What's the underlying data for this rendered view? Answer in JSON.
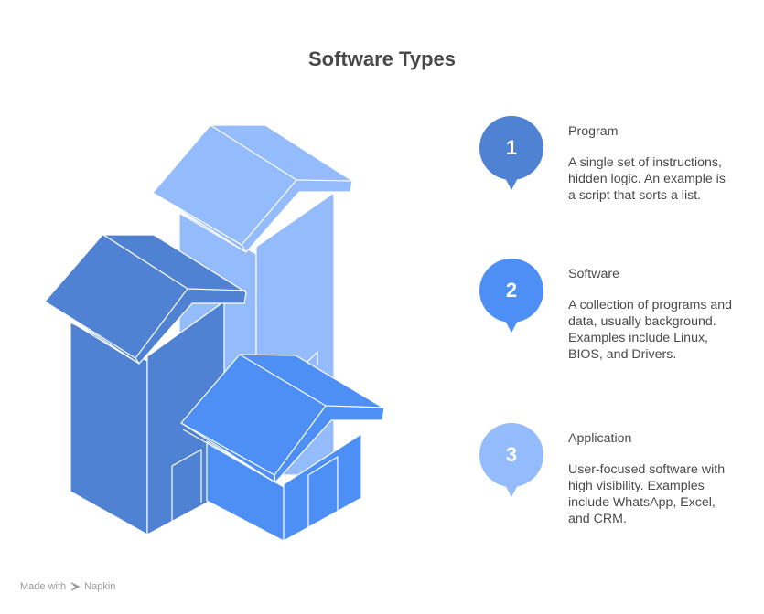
{
  "title": "Software Types",
  "items": [
    {
      "number": "1",
      "title": "Program",
      "description": "A single set of instructions, hidden logic. An example is a script that sorts a list.",
      "color": "#5082D4"
    },
    {
      "number": "2",
      "title": "Software",
      "description": "A collection of programs and data, usually background. Examples include Linux, BIOS, and Drivers.",
      "color": "#4D8FF5"
    },
    {
      "number": "3",
      "title": "Application",
      "description": "User-focused software with high visibility. Examples include WhatsApp, Excel, and CRM.",
      "color": "#94BBFC"
    }
  ],
  "illustration": {
    "buildings": [
      {
        "name": "program-building",
        "color": "#5082D4"
      },
      {
        "name": "software-building",
        "color": "#94BBFC"
      },
      {
        "name": "application-house",
        "color": "#4D8FF5"
      }
    ]
  },
  "footer": {
    "made_with": "Made with",
    "brand": "Napkin"
  }
}
